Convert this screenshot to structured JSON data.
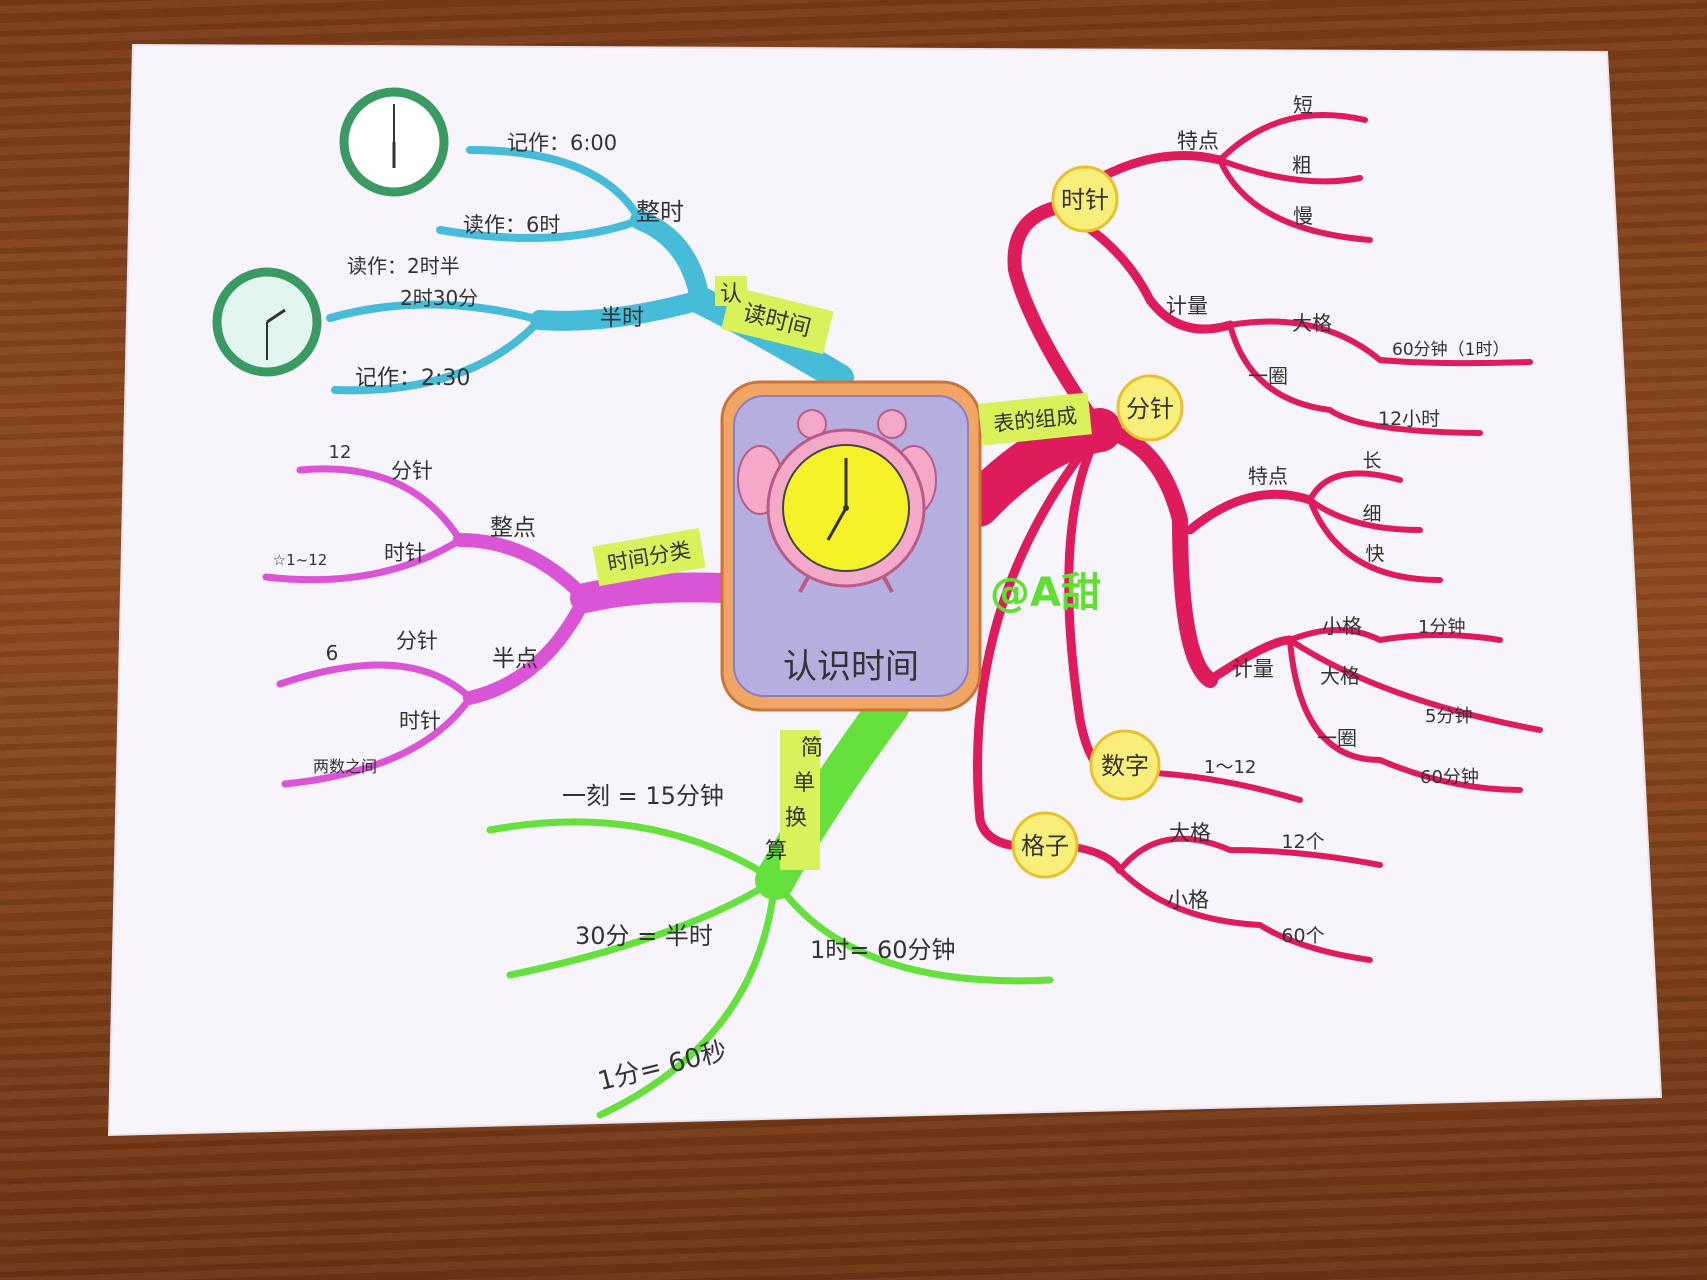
{
  "center": {
    "title": "认识时间"
  },
  "watermark": "@A甜",
  "branches": {
    "reading": {
      "label_top": "认",
      "label": "读时间",
      "color": "#46bcd8",
      "whole": {
        "label": "整时",
        "write": "记作：6:00",
        "read": "读作：6时"
      },
      "half": {
        "label": "半时",
        "read_line1": "读作：2时半",
        "read_line2": "2时30分",
        "write": "记作：2:30"
      }
    },
    "classify": {
      "label": "时间分类",
      "color": "#da54d6",
      "whole": {
        "label": "整点",
        "minute": "分针",
        "minute_val": "12",
        "hour": "时针",
        "hour_val": "☆1~12"
      },
      "half": {
        "label": "半点",
        "minute": "分针",
        "minute_val": "6",
        "hour": "时针",
        "hour_val": "两数之间"
      }
    },
    "convert": {
      "label_chars": [
        "简",
        "单",
        "换",
        "算"
      ],
      "color": "#66e03c",
      "items": [
        "一刻 = 15分钟",
        "30分 = 半时",
        "1时= 60分钟",
        "1分= 60秒"
      ]
    },
    "parts": {
      "label": "表的组成",
      "color": "#de1c5c",
      "hour_hand": {
        "label": "时针",
        "feature": "特点",
        "traits": [
          "短",
          "粗",
          "慢"
        ],
        "measure": "计量",
        "big": "大格",
        "big_val": "60分钟（1时）",
        "round": "一圈",
        "round_val": "12小时"
      },
      "minute_hand": {
        "label": "分针",
        "feature": "特点",
        "traits": [
          "长",
          "细",
          "快"
        ],
        "measure": "计量",
        "small": "小格",
        "small_val": "1分钟",
        "big": "大格",
        "big_val": "5分钟",
        "round": "一圈",
        "round_val": "60分钟"
      },
      "numbers": {
        "label": "数字",
        "value": "1～12"
      },
      "grid": {
        "label": "格子",
        "big": "大格",
        "big_val": "12个",
        "small": "小格",
        "small_val": "60个"
      }
    }
  }
}
